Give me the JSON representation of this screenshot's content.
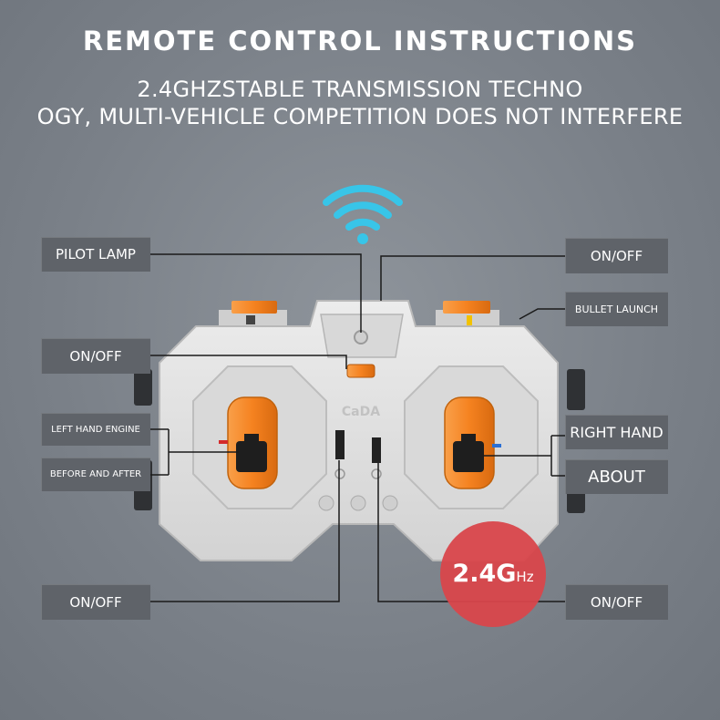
{
  "header": {
    "title": "REMOTE CONTROL INSTRUCTIONS",
    "subtitle_line1": "2.4GHZSTABLE TRANSMISSION TECHNO",
    "subtitle_line2": "OGY, MULTI-VEHICLE COMPETITION DOES NOT INTERFERE"
  },
  "labels": {
    "pilot_lamp": "PILOT LAMP",
    "on_off_top_right": "ON/OFF",
    "bullet_launch": "BULLET LAUNCH",
    "on_off_left": "ON/OFF",
    "left_hand_engine": "LEFT HAND ENGINE",
    "before_and_after": "BEFORE AND AFTER",
    "right_hand": "RIGHT HAND",
    "about": "ABOUT",
    "on_off_bottom_left": "ON/OFF",
    "on_off_bottom_right": "ON/OFF"
  },
  "remote": {
    "brand": "CaDA"
  },
  "badge": {
    "frequency": "2.4G",
    "unit": "Hz"
  },
  "colors": {
    "wifi": "#38c5e8",
    "orange": "#f58220",
    "badge": "#d9464b",
    "label_bg": "#5f6369",
    "body": "#e2e2e2"
  }
}
